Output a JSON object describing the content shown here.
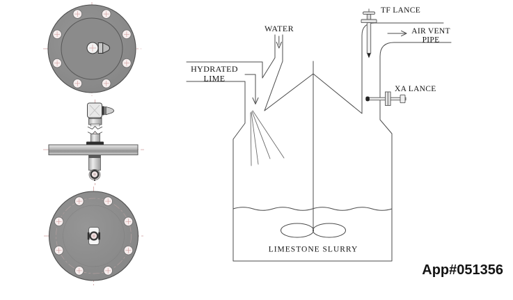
{
  "page": {
    "app_number": "App#051356",
    "background": "#ffffff"
  },
  "diagram_labels": {
    "water": "WATER",
    "hydrated_lime": [
      "HYDRATED",
      "LIME"
    ],
    "tf_lance": "TF LANCE",
    "air_vent_pipe": [
      "AIR VENT",
      "PIPE"
    ],
    "xa_lance": "XA LANCE",
    "limestone_slurry": "LIMESTONE SLURRY"
  },
  "colors": {
    "diagram_line": "#4b4b4b",
    "label_text": "#141414",
    "flange_gray": "#8d8d8d",
    "flange_edge": "#4d4d4d",
    "centerline_pink": "#cf9e9e",
    "bolt_hole_fill": "#f7efef",
    "metal_light": "#e8e8e8",
    "metal_dark_band": "#2e2e2e"
  }
}
